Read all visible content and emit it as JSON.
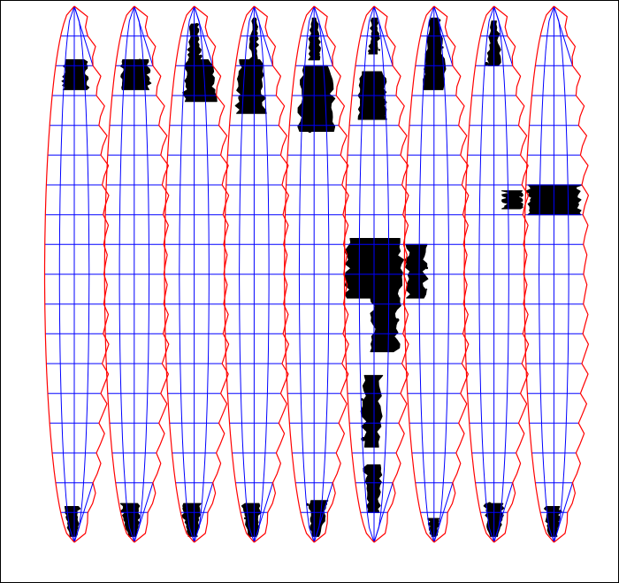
{
  "map": {
    "projection": "interrupted-gore",
    "gore_count": 9,
    "parallel_count": 18,
    "colors": {
      "background": "#ffffff",
      "graticule": "#0000ff",
      "gore_boundary": "#ff0000",
      "land": "#000000",
      "frame": "#000000"
    },
    "land_features": [
      {
        "name": "gore1-north-landmass",
        "gore": 0,
        "lat_range": [
          62,
          72
        ],
        "lon_range": [
          -0.5,
          0.6
        ]
      },
      {
        "name": "gore1-south-tip",
        "gore": 0,
        "lat_range": [
          -88,
          -78
        ],
        "lon_range": [
          -0.6,
          0.3
        ]
      },
      {
        "name": "gore2-north-landmass",
        "gore": 1,
        "lat_range": [
          62,
          72
        ],
        "lon_range": [
          -0.6,
          0.7
        ]
      },
      {
        "name": "gore2-south-tip",
        "gore": 1,
        "lat_range": [
          -88,
          -77
        ],
        "lon_range": [
          -0.8,
          0.3
        ]
      },
      {
        "name": "gore3-north-landmass",
        "gore": 2,
        "lat_range": [
          58,
          72
        ],
        "lon_range": [
          -0.4,
          0.9
        ]
      },
      {
        "name": "gore3-north-cap",
        "gore": 2,
        "lat_range": [
          72,
          84
        ],
        "lon_range": [
          -0.3,
          0.3
        ]
      },
      {
        "name": "gore3-south-tip",
        "gore": 2,
        "lat_range": [
          -88,
          -77
        ],
        "lon_range": [
          -0.8,
          0.4
        ]
      },
      {
        "name": "gore4-north-landmass",
        "gore": 3,
        "lat_range": [
          54,
          72
        ],
        "lon_range": [
          -0.7,
          0.4
        ]
      },
      {
        "name": "gore4-north-cap",
        "gore": 3,
        "lat_range": [
          72,
          86
        ],
        "lon_range": [
          -0.2,
          0.2
        ]
      },
      {
        "name": "gore4-south-tip",
        "gore": 3,
        "lat_range": [
          -88,
          -77
        ],
        "lon_range": [
          -0.7,
          0.4
        ]
      },
      {
        "name": "gore5-north-landmass",
        "gore": 4,
        "lat_range": [
          48,
          70
        ],
        "lon_range": [
          -0.6,
          0.8
        ]
      },
      {
        "name": "gore5-north-cap",
        "gore": 4,
        "lat_range": [
          72,
          86
        ],
        "lon_range": [
          -0.3,
          0.3
        ]
      },
      {
        "name": "gore5-south-tip",
        "gore": 4,
        "lat_range": [
          -88,
          -76
        ],
        "lon_range": [
          -0.3,
          0.8
        ]
      },
      {
        "name": "gore6-north-landmass",
        "gore": 5,
        "lat_range": [
          52,
          68
        ],
        "lon_range": [
          -0.6,
          0.5
        ]
      },
      {
        "name": "gore6-north-cap",
        "gore": 5,
        "lat_range": [
          74,
          86
        ],
        "lon_range": [
          -0.2,
          0.3
        ]
      },
      {
        "name": "gore6-equatorial-landmass",
        "gore": 5,
        "lat_range": [
          -8,
          12
        ],
        "lon_range": [
          -0.9,
          0.9
        ]
      },
      {
        "name": "gore6-equatorial-south",
        "gore": 5,
        "lat_range": [
          -26,
          -8
        ],
        "lon_range": [
          0.0,
          0.8
        ]
      },
      {
        "name": "gore6-southern-islands",
        "gore": 5,
        "lat_range": [
          -58,
          -34
        ],
        "lon_range": [
          -0.4,
          0.2
        ]
      },
      {
        "name": "gore6-south-tip",
        "gore": 5,
        "lat_range": [
          -80,
          -64
        ],
        "lon_range": [
          -0.4,
          0.3
        ]
      },
      {
        "name": "gore7-north-landmass",
        "gore": 6,
        "lat_range": [
          62,
          86
        ],
        "lon_range": [
          -0.4,
          0.5
        ]
      },
      {
        "name": "gore7-equatorial-edge",
        "gore": 6,
        "lat_range": [
          -8,
          10
        ],
        "lon_range": [
          -0.9,
          -0.3
        ]
      },
      {
        "name": "gore7-south-tip",
        "gore": 6,
        "lat_range": [
          -88,
          -82
        ],
        "lon_range": [
          -0.4,
          0.4
        ]
      },
      {
        "name": "gore8-north-landmass",
        "gore": 7,
        "lat_range": [
          70,
          85
        ],
        "lon_range": [
          -0.3,
          0.3
        ]
      },
      {
        "name": "gore8-mid-landmass",
        "gore": 7,
        "lat_range": [
          22,
          28
        ],
        "lon_range": [
          0.4,
          1.0
        ]
      },
      {
        "name": "gore8-south-tip",
        "gore": 7,
        "lat_range": [
          -88,
          -77
        ],
        "lon_range": [
          -0.6,
          0.6
        ]
      },
      {
        "name": "gore9-mid-landmass",
        "gore": 8,
        "lat_range": [
          20,
          30
        ],
        "lon_range": [
          -0.9,
          0.9
        ]
      },
      {
        "name": "gore9-south-tip",
        "gore": 8,
        "lat_range": [
          -88,
          -78
        ],
        "lon_range": [
          -0.6,
          0.4
        ]
      }
    ]
  }
}
